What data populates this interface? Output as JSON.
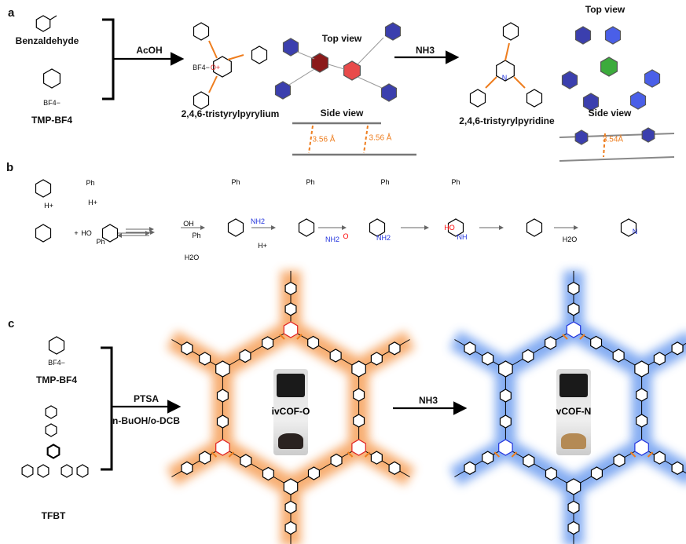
{
  "panel_a": {
    "label": "a",
    "benzaldehyde": "Benzaldehyde",
    "tmp": "TMP-BF4",
    "counterion": "BF4−",
    "reagent": "AcOH",
    "pyrylium_name": "2,4,6-tristyrylpyrylium",
    "top_view_1": "Top view",
    "side_view_1": "Side view",
    "distance_1a": "3.56 Å",
    "distance_1b": "3.56 Å",
    "reagent_2": "NH3",
    "pyridine_name": "2,4,6-tristyrylpyridine",
    "top_view_2": "Top view",
    "side_view_2": "Side view",
    "distance_2": "3.54Å",
    "hetero_o": "O+",
    "hetero_n": "N"
  },
  "panel_b": {
    "label": "b",
    "labels": [
      "H+",
      "H+",
      "HO",
      "Ph",
      "Ph",
      "OH",
      "Ph",
      "H2O",
      "NH2",
      "H+",
      "NH2",
      "O",
      "NH2",
      "HO",
      "NH",
      "H2O",
      "N",
      "Ph",
      "Ph",
      "Ph",
      "Ph",
      "+"
    ]
  },
  "panel_c": {
    "label": "c",
    "tmp": "TMP-BF4",
    "tfbt": "TFBT",
    "reagent": "PTSA",
    "solvent": "n-BuOH/o-DCB",
    "cof_o": "ivCOF-O",
    "reagent_2": "NH3",
    "cof_n": "vCOF-N",
    "counterion": "BF4−"
  },
  "colors": {
    "vinylene": "#ee7d1e",
    "cof_o_glow": "#f6a05a",
    "cof_n_glow": "#6f9ff0",
    "aromatic_blue": "#3b3fae",
    "pyrylium_red": "#e02020",
    "pyridine_green": "#3cab3c",
    "nitrogen": "#2233dd"
  }
}
